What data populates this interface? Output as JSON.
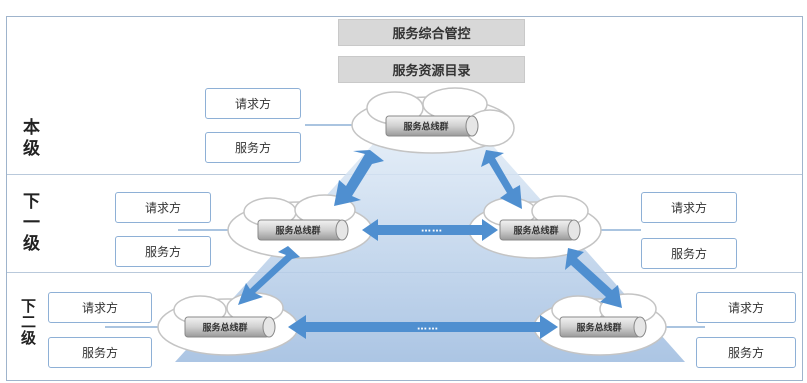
{
  "header": {
    "management": "服务综合管控",
    "catalog": "服务资源目录"
  },
  "levels": [
    {
      "label": "本级"
    },
    {
      "label": "下一级"
    },
    {
      "label": "下二级"
    }
  ],
  "nodes": {
    "top": {
      "bus": "服务总线群",
      "requester": "请求方",
      "provider": "服务方"
    },
    "mid_left": {
      "bus": "服务总线群",
      "requester": "请求方",
      "provider": "服务方"
    },
    "mid_right": {
      "bus": "服务总线群",
      "requester": "请求方",
      "provider": "服务方"
    },
    "bottom_left": {
      "bus": "服务总线群",
      "requester": "请求方",
      "provider": "服务方"
    },
    "bottom_right": {
      "bus": "服务总线群",
      "requester": "请求方",
      "provider": "服务方"
    }
  },
  "ellipsis": {
    "mid": "……",
    "bottom": "……"
  },
  "colors": {
    "triangle": "#b7cfe8",
    "arrow": "#4f8fd0",
    "box_border": "#8eb0d6",
    "cloud_stroke": "#c4c4c4"
  }
}
